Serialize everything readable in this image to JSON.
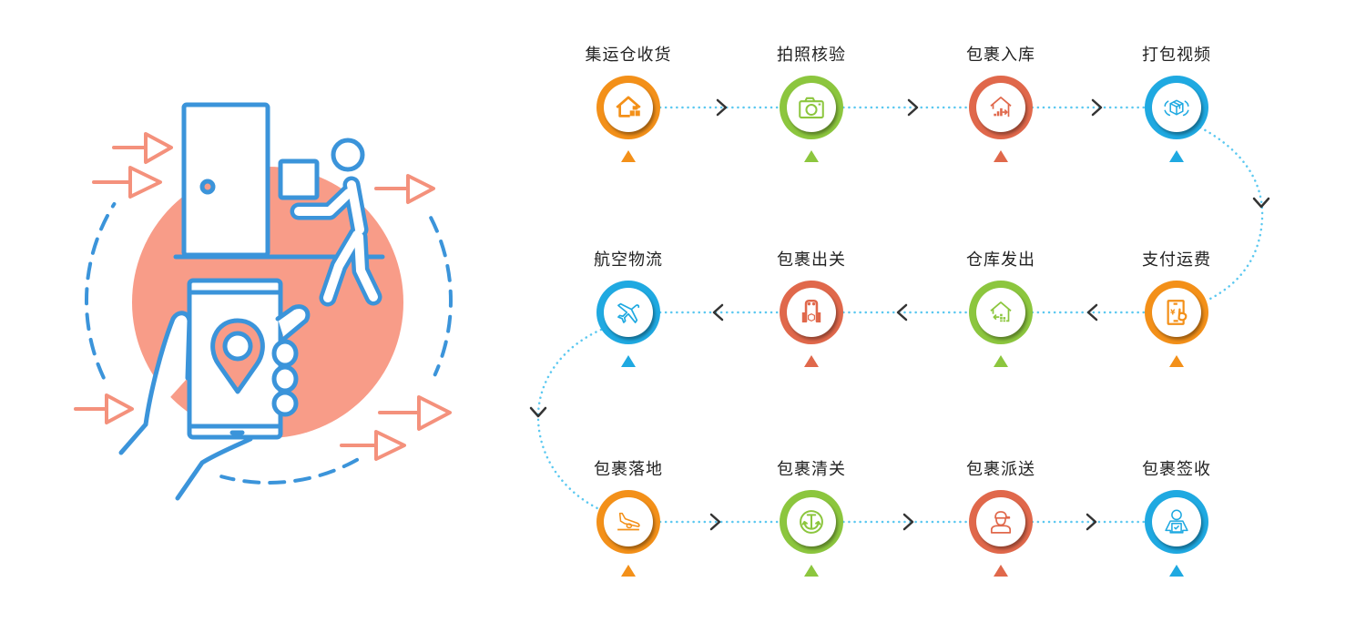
{
  "colors": {
    "orange": "#F39019",
    "green": "#8CC63E",
    "red": "#E0684B",
    "blue": "#1FA9E1",
    "flow_line": "#5BC8F0",
    "chevron": "#333333",
    "illustration_blue": "#3B94DA",
    "illustration_salmon": "#F89C88"
  },
  "illustration": {
    "icons": [
      "door-icon",
      "person-carrying-box-icon",
      "phone-in-hand-icon",
      "location-pin-icon",
      "arrow-icons",
      "dashed-cycle"
    ]
  },
  "steps": [
    {
      "label": "集运仓收货",
      "icon": "warehouse-receive-icon",
      "color": "#F39019"
    },
    {
      "label": "拍照核验",
      "icon": "camera-icon",
      "color": "#8CC63E"
    },
    {
      "label": "包裹入库",
      "icon": "warehouse-in-icon",
      "color": "#E0684B"
    },
    {
      "label": "打包视频",
      "icon": "package-scan-icon",
      "color": "#1FA9E1"
    },
    {
      "label": "支付运费",
      "icon": "mobile-payment-icon",
      "color": "#F39019"
    },
    {
      "label": "仓库发出",
      "icon": "warehouse-out-icon",
      "color": "#8CC63E"
    },
    {
      "label": "包裹出关",
      "icon": "customs-scanner-icon",
      "color": "#E0684B"
    },
    {
      "label": "航空物流",
      "icon": "airplane-icon",
      "color": "#1FA9E1"
    },
    {
      "label": "包裹落地",
      "icon": "plane-landing-icon",
      "color": "#F39019"
    },
    {
      "label": "包裹清关",
      "icon": "anchor-icon",
      "color": "#8CC63E"
    },
    {
      "label": "包裹派送",
      "icon": "courier-icon",
      "color": "#E0684B"
    },
    {
      "label": "包裹签收",
      "icon": "sign-receipt-icon",
      "color": "#1FA9E1"
    }
  ]
}
